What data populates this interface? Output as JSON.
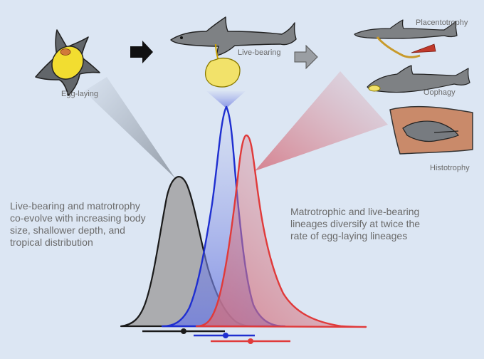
{
  "labels": {
    "egg_laying": "Egg-laying",
    "live_bearing": "Live-bearing",
    "placentotrophy": "Placentotrophy",
    "oophagy": "Oophagy",
    "histotrophy": "Histotrophy"
  },
  "left_text": [
    "Live-bearing and matrotrophy",
    "co-evolve with increasing body",
    "size, shallower depth, and",
    "tropical distribution"
  ],
  "right_text": [
    "Matrotrophic and live-bearing",
    "lineages diversify at twice the",
    "rate of egg-laying lineages"
  ],
  "colors": {
    "background": "#dce6f3",
    "egg_laying": "#222222",
    "live_bearing": "#1f2fd0",
    "matrotrophy": "#e03a3a",
    "text": "#6b6b6b"
  }
}
